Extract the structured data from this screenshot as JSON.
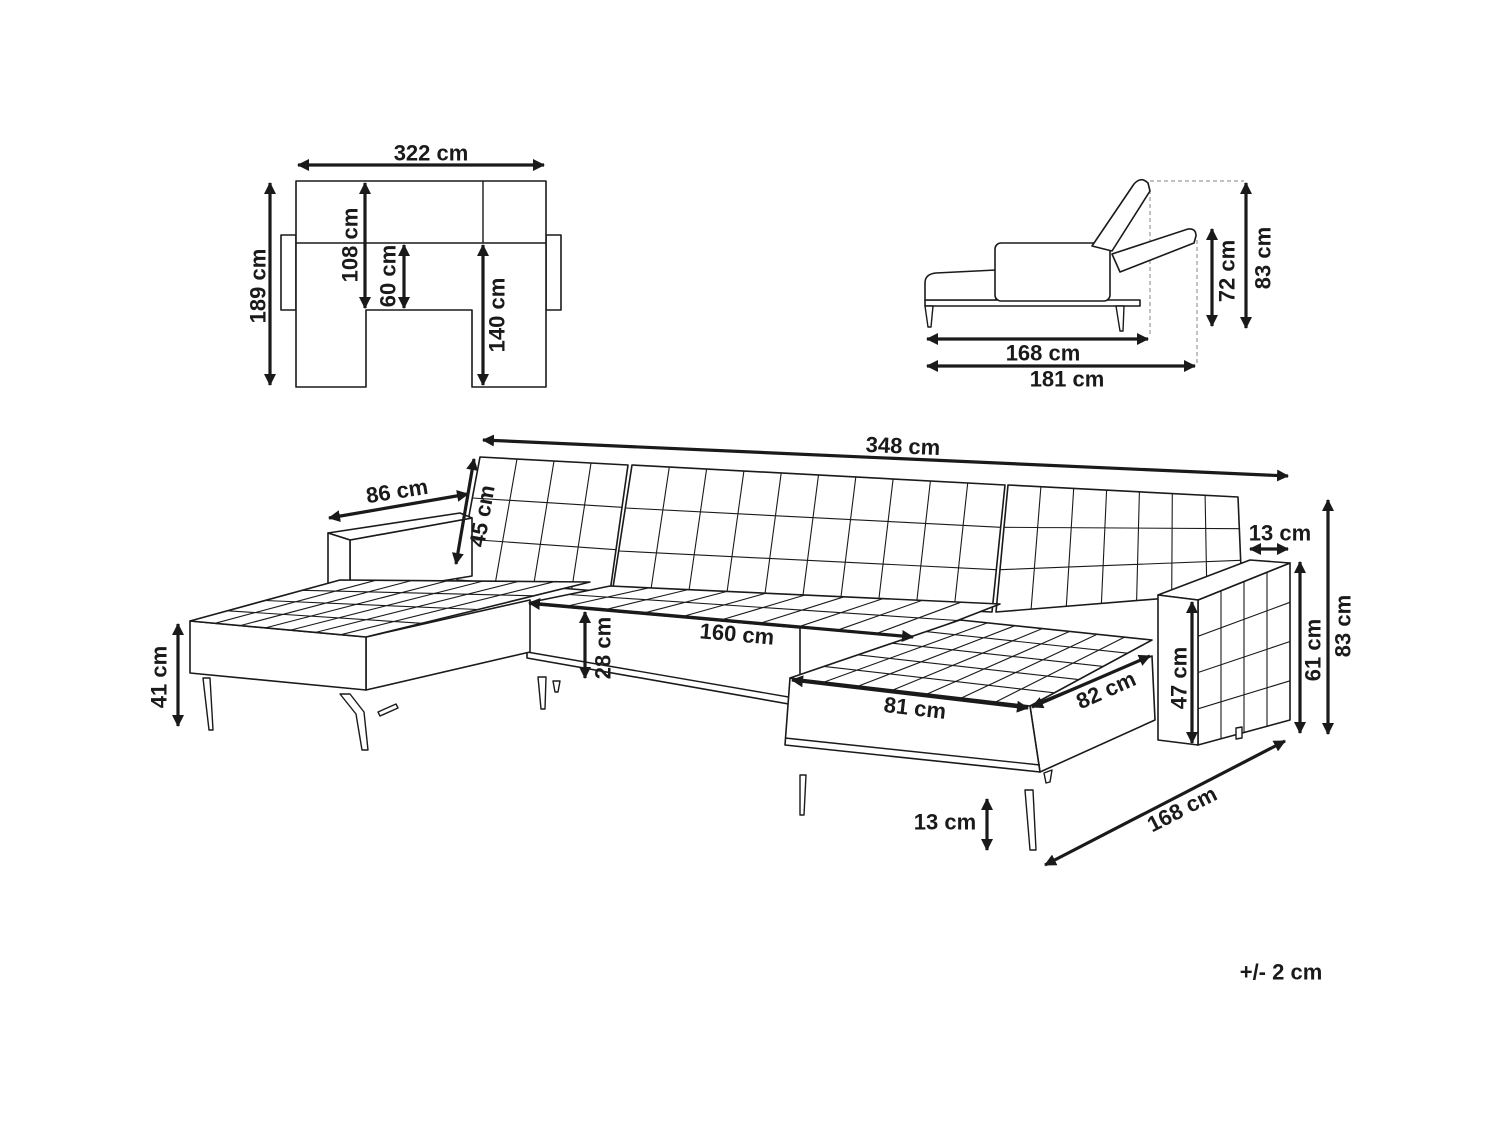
{
  "plan_view": {
    "width": "322 cm",
    "depth": "189 cm",
    "seat_depth_total": "108 cm",
    "seat_depth": "60 cm",
    "chaise_length": "140 cm"
  },
  "side_view": {
    "backrest_reclined": "72 cm",
    "height": "83 cm",
    "bed_length": "168 cm",
    "total_length": "181 cm"
  },
  "main_view": {
    "total_width": "348 cm",
    "armrest_length": "86 cm",
    "backrest_height": "45 cm",
    "armrest_thickness": "13 cm",
    "total_height": "83 cm",
    "seat_width": "160 cm",
    "cushion_height": "28 cm",
    "seat_height": "41 cm",
    "chaise_width": "81 cm",
    "chaise_depth": "82 cm",
    "armrest_inner_height": "47 cm",
    "armrest_height": "61 cm",
    "chaise_length": "168 cm",
    "leg_height": "13 cm"
  },
  "tolerance": "+/- 2 cm",
  "colors": {
    "line": "#1a1a1a",
    "background": "#ffffff"
  }
}
